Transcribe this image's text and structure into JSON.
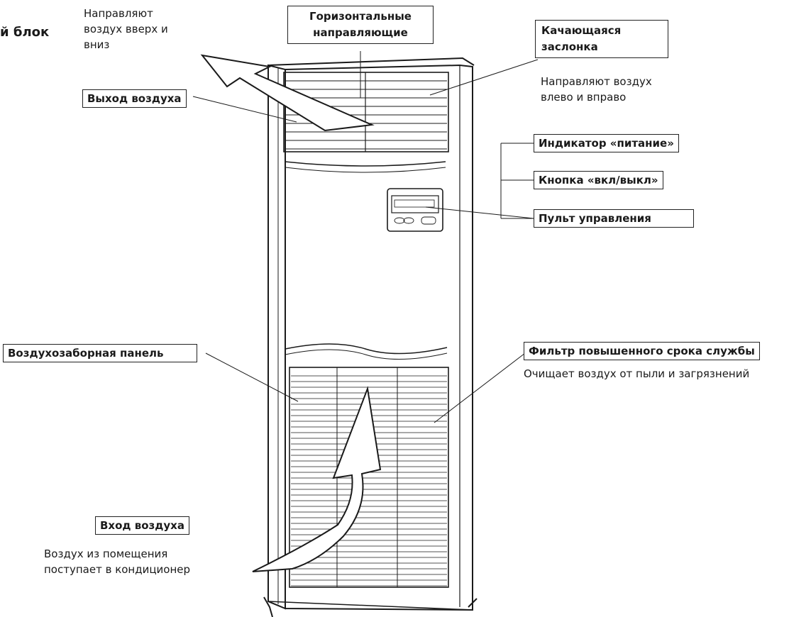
{
  "header": {
    "title_fragment": "й блок"
  },
  "labels": {
    "horizontal_louvers": {
      "line1": "Горизонтальные",
      "line2": "направляющие",
      "desc_line1": "Направляют",
      "desc_line2": "воздух вверх и",
      "desc_line3": "вниз"
    },
    "swing_flap": {
      "line1": "Качающаяся",
      "line2": "заслонка",
      "desc_line1": "Направляют воздух",
      "desc_line2": "влево и вправо"
    },
    "air_outlet": {
      "text": "Выход воздуха"
    },
    "power_indicator": {
      "text": "Индикатор «питание»"
    },
    "onoff_button": {
      "text": "Кнопка «вкл/выкл»"
    },
    "remote_control": {
      "text": "Пульт управления"
    },
    "intake_panel": {
      "text": "Воздухозаборная панель"
    },
    "filter": {
      "text": "Фильтр повышенного срока службы",
      "desc": "Очищает воздух от пыли и загрязнений"
    },
    "air_inlet": {
      "text": "Вход воздуха",
      "desc_line1": "Воздух из помещения",
      "desc_line2": "поступает в кондиционер"
    }
  }
}
